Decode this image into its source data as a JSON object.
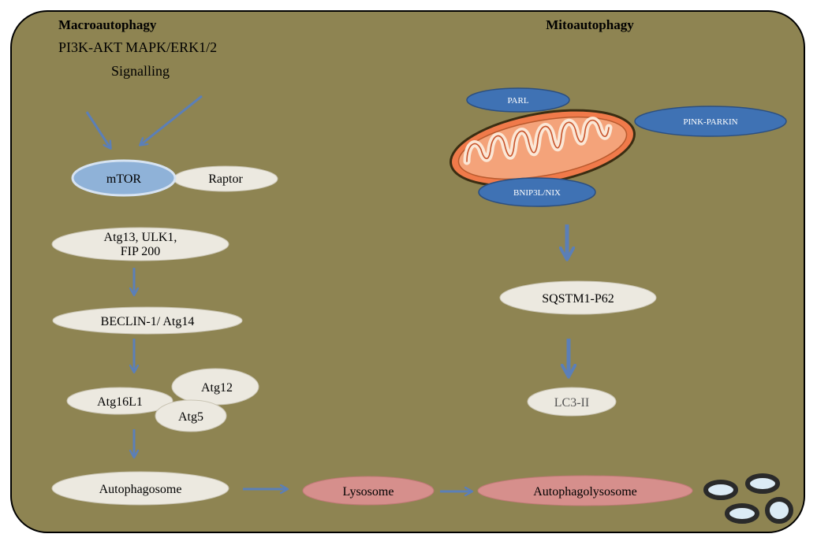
{
  "panel": {
    "fill": "#8e8452",
    "stroke": "#000000"
  },
  "colors": {
    "arrow": "#5b7fb8",
    "cream_node": "#ece9e0",
    "cream_stroke": "#c9c4b3",
    "mtor_fill": "#8fb2d8",
    "mtor_stroke": "#d6e3f2",
    "blue_node": "#3f72b4",
    "blue_stroke": "#2c4f80",
    "lysosome_fill": "#d68f8c",
    "mito_outer": "#f07a4a",
    "mito_inner": "#f4a37a",
    "mito_stroke": "#3a2d12",
    "vesicle_ring": "#2a2a2a",
    "vesicle_fill": "#dcebf5"
  },
  "titles": {
    "macro": "Macroautophagy",
    "mito": "Mitoautophagy",
    "signalling_line1": "PI3K-AKT  MAPK/ERK1/2",
    "signalling_line2": "Signalling"
  },
  "nodes": {
    "mtor": "mTOR",
    "raptor": "Raptor",
    "atg13_line1": "Atg13, ULK1,",
    "atg13_line2": "FIP 200",
    "beclin": "BECLIN-1/ Atg14",
    "atg16l1": "Atg16L1",
    "atg12": "Atg12",
    "atg5": "Atg5",
    "autophagosome": "Autophagosome",
    "lysosome": "Lysosome",
    "autophagolysosome": "Autophagolysosome",
    "parl": "PARL",
    "pink_parkin": "PINK-PARKIN",
    "bnip3l": "BNIP3L/NIX",
    "sqstm1": "SQSTM1-P62",
    "lc3": "LC3-II"
  }
}
